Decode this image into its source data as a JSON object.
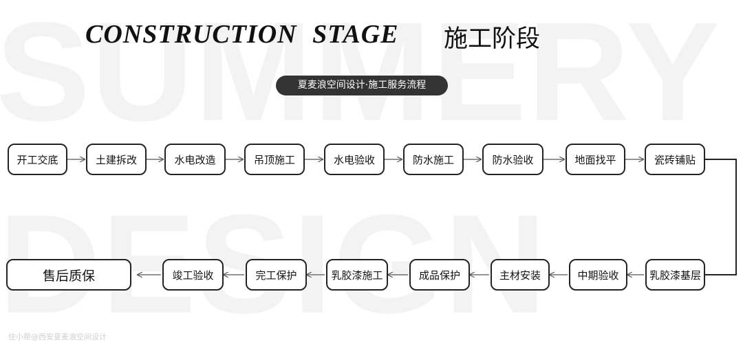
{
  "title_en": "CONSTRUCTION STAGE",
  "title_cn": "施工阶段",
  "subtitle": "夏麦浪空间设计·施工服务流程",
  "watermark": {
    "line1": "SUMMERY",
    "line2": "DESIGN"
  },
  "credit": "住小帮@西安夏麦浪空间设计",
  "row1": [
    "开工交底",
    "土建拆改",
    "水电改造",
    "吊顶施工",
    "水电验收",
    "防水施工",
    "防水验收",
    "地面找平",
    "瓷砖铺贴"
  ],
  "row2": [
    "售后质保",
    "竣工验收",
    "完工保护",
    "乳胶漆施工",
    "成品保护",
    "主材安装",
    "中期验收",
    "乳胶漆基层"
  ]
}
